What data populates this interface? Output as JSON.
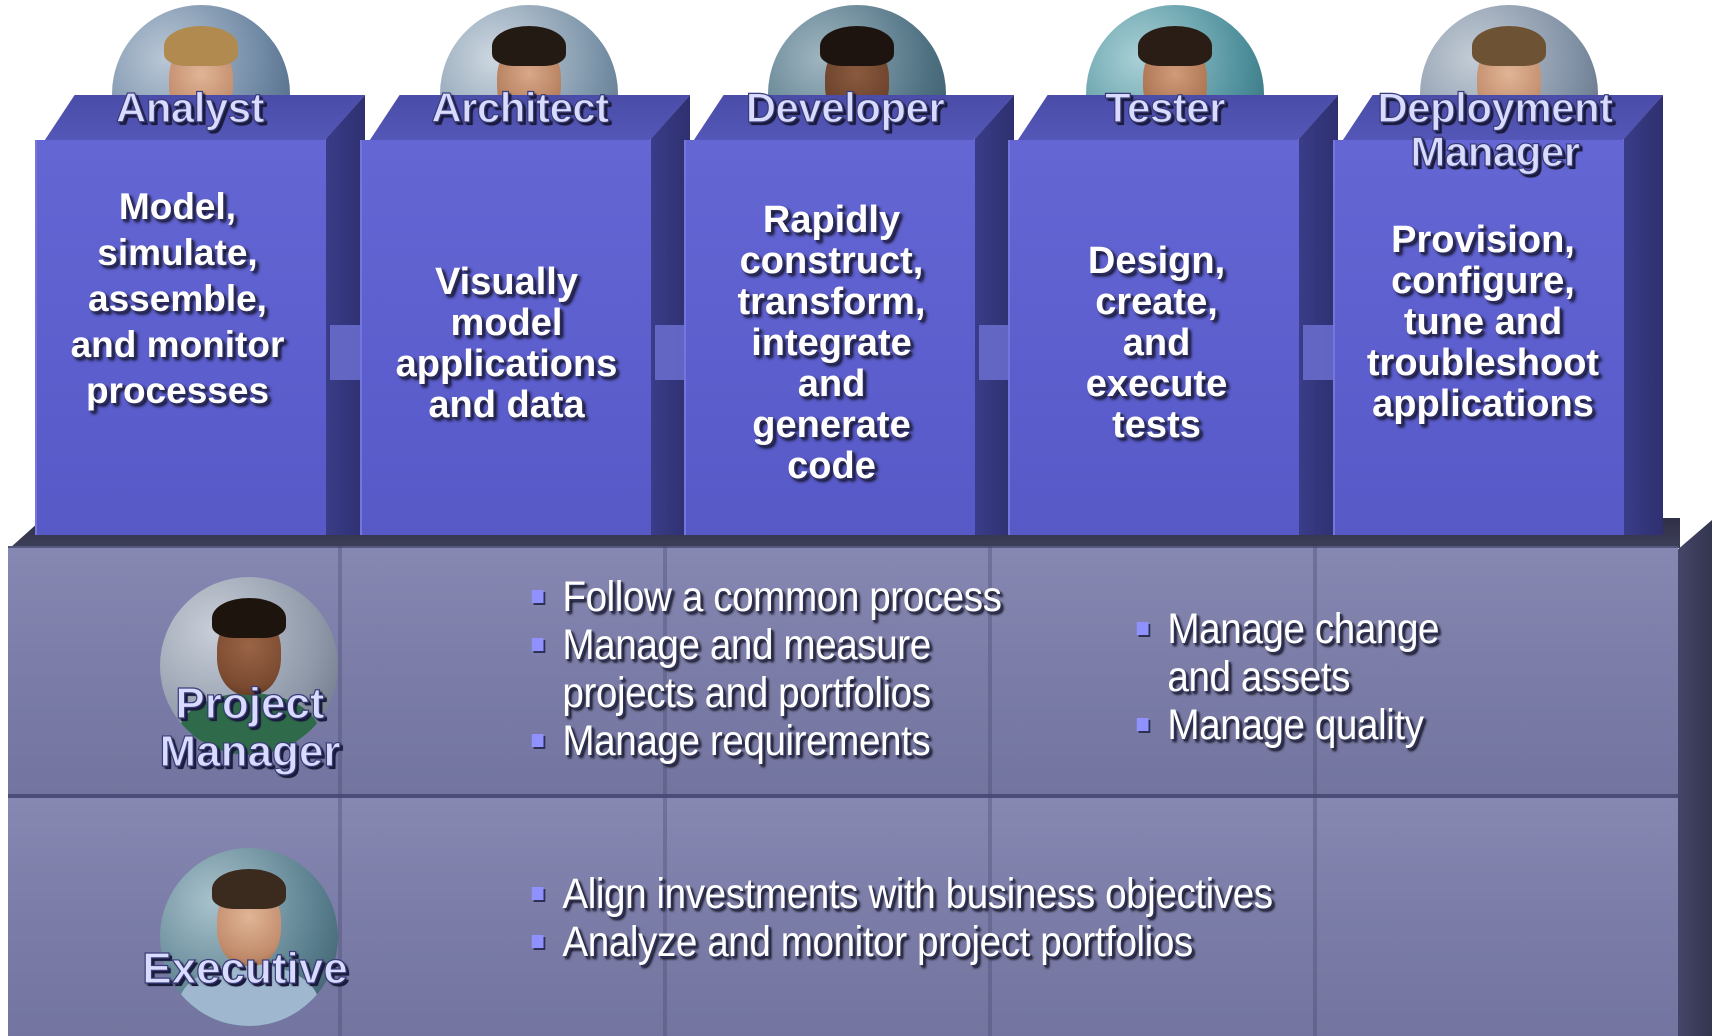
{
  "roles": [
    {
      "title": "Analyst",
      "description": "Model, simulate, assemble, and monitor processes",
      "lines": [
        "Model,",
        "simulate,",
        "assemble,",
        "and monitor",
        "processes"
      ],
      "avatar_icon": "analyst-photo"
    },
    {
      "title": "Architect",
      "description": "Visually model applications and data",
      "lines": [
        "Visually",
        "model",
        "applications",
        "and data"
      ],
      "avatar_icon": "architect-photo"
    },
    {
      "title": "Developer",
      "description": "Rapidly construct, transform, integrate and generate code",
      "lines": [
        "Rapidly",
        "construct,",
        "transform,",
        "integrate",
        "and",
        "generate",
        "code"
      ],
      "avatar_icon": "developer-photo"
    },
    {
      "title": "Tester",
      "description": "Design, create, and execute tests",
      "lines": [
        "Design,",
        "create,",
        "and",
        "execute",
        "tests"
      ],
      "avatar_icon": "tester-photo"
    },
    {
      "title_lines": [
        "Deployment",
        "Manager"
      ],
      "title": "Deployment Manager",
      "description": "Provision, configure, tune and troubleshoot applications",
      "lines": [
        "Provision,",
        "configure,",
        "tune and",
        "troubleshoot",
        "applications"
      ],
      "avatar_icon": "deployment-manager-photo"
    }
  ],
  "project_manager": {
    "title_lines": [
      "Project",
      "Manager"
    ],
    "bullets_left": [
      [
        "Follow a common process"
      ],
      [
        "Manage and measure",
        "projects and portfolios"
      ],
      [
        "Manage requirements"
      ]
    ],
    "bullets_right": [
      [
        "Manage change",
        "and assets"
      ],
      [
        "Manage quality"
      ]
    ]
  },
  "executive": {
    "title": "Executive",
    "bullets": [
      "Align investments with business objectives",
      "Analyze and monitor project portfolios"
    ]
  },
  "colors": {
    "pillar_front": "#5c5ecd",
    "layer": "#7b7da8",
    "bullet": "#8f91ff",
    "title_text": "#d9dcff"
  }
}
